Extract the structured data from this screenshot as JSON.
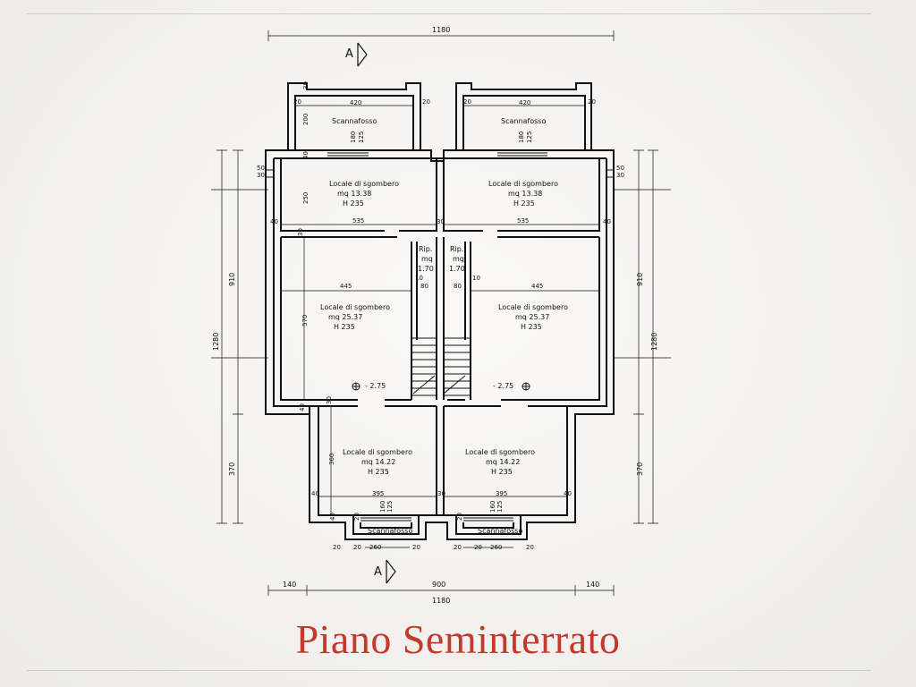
{
  "title": "Piano Seminterrato",
  "section_marker": "A",
  "overall_dims": {
    "total_top": "1180",
    "total_bottom": "1180",
    "middle": "900",
    "side_left": "140",
    "side_right": "140"
  },
  "vertical_dims": {
    "left_total": "1280",
    "left_upper": "910",
    "left_lower": "370",
    "right_total": "1280",
    "right_upper": "910",
    "right_lower": "370"
  },
  "rooms": {
    "scannafosso": "Scannafosso",
    "upper_left": {
      "name": "Locale di sgombero",
      "area": "mq 13.38",
      "height": "H 235"
    },
    "upper_right": {
      "name": "Locale di sgombero",
      "area": "mq 13.38",
      "height": "H 235"
    },
    "main_left": {
      "name": "Locale di sgombero",
      "area": "mq 25.37",
      "height": "H 235"
    },
    "main_right": {
      "name": "Locale di sgombero",
      "area": "mq 25.37",
      "height": "H 235"
    },
    "lower_left": {
      "name": "Locale di sgombero",
      "area": "mq 14.22",
      "height": "H 235"
    },
    "lower_right": {
      "name": "Locale di sgombero",
      "area": "mq 14.22",
      "height": "H 235"
    },
    "rip_left": {
      "name": "Rip.",
      "unit": "mq",
      "area": "1.70"
    },
    "rip_right": {
      "name": "Rip.",
      "unit": "mq",
      "area": "1.70"
    }
  },
  "levels": {
    "left": "- 2.75",
    "right": "- 2.75"
  },
  "dims": {
    "d420": "420",
    "d20": "20",
    "d30": "30",
    "d200": "200",
    "d180": "180",
    "d125": "125",
    "d50": "50",
    "d40": "40",
    "d250": "250",
    "d535": "535",
    "d445": "445",
    "d570": "570",
    "d10": "10",
    "d80": "80",
    "d360": "360",
    "d395": "395",
    "d160": "160",
    "d260": "260"
  }
}
